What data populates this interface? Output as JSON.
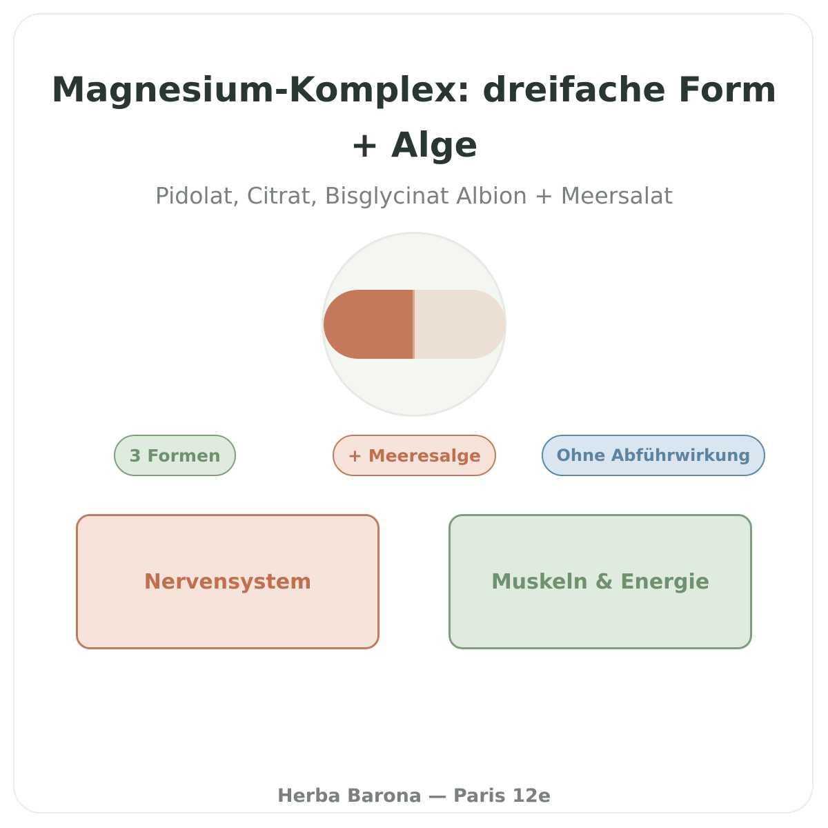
{
  "header": {
    "title": "Magnesium-Komplex: dreifache Form + Alge",
    "subtitle": "Pidolat, Citrat, Bisglycinat Albion + Meersalat"
  },
  "illustration": {
    "icon": "capsule-icon",
    "colors": {
      "left_half": "#c4795c",
      "right_half": "#ebe0d3",
      "circle_background": "#f4f6f2"
    }
  },
  "badges": [
    {
      "label": "3 Formen",
      "color": "#7f9e80"
    },
    {
      "label": "+ Meeresalge",
      "color": "#c4795c"
    },
    {
      "label": "Ohne Abführwirkung",
      "color": "#5d89a8"
    }
  ],
  "benefits": [
    {
      "label": "Nervensystem",
      "color": "#c4795c"
    },
    {
      "label": "Muskeln & Energie",
      "color": "#7f9e80"
    }
  ],
  "footer": {
    "text": "Herba Barona — Paris 12e"
  }
}
